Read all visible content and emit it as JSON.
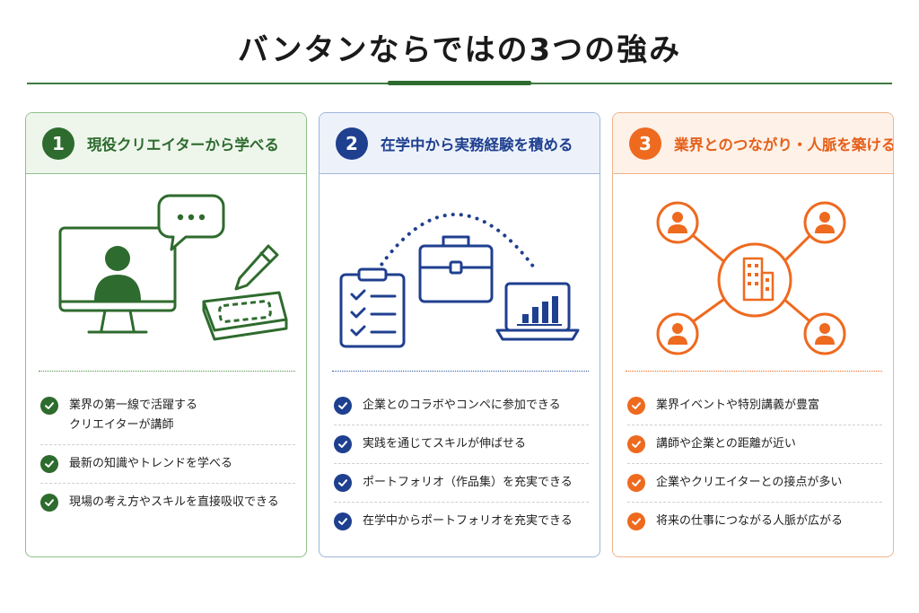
{
  "title": "バンタンならではの3つの強み",
  "colors": {
    "green": "#2e6b2e",
    "blue": "#1f3f8f",
    "orange": "#ee6a1f"
  },
  "cards": [
    {
      "number": "1",
      "heading": "現役クリエイターから学べる",
      "illustration": "monitor-creator-pen-tablet",
      "items": [
        {
          "lines": [
            "業界の第一線で活躍する",
            "クリエイターが講師"
          ]
        },
        {
          "lines": [
            "最新の知識やトレンドを学べる"
          ]
        },
        {
          "lines": [
            "現場の考え方やスキルを直接吸収できる"
          ]
        }
      ]
    },
    {
      "number": "2",
      "heading": "在学中から実務経験を積める",
      "illustration": "clipboard-briefcase-laptop",
      "items": [
        {
          "lines": [
            "企業とのコラボやコンペに参加できる"
          ]
        },
        {
          "lines": [
            "実践を通じてスキルが伸ばせる"
          ]
        },
        {
          "lines": [
            "ポートフォリオ（作品集）を充実できる"
          ]
        },
        {
          "lines": [
            "在学中からポートフォリオを充実できる"
          ]
        }
      ]
    },
    {
      "number": "3",
      "heading": "業界とのつながり・人脈を築ける",
      "illustration": "network-people-building",
      "items": [
        {
          "lines": [
            "業界イベントや特別講義が豊富"
          ]
        },
        {
          "lines": [
            "講師や企業との距離が近い"
          ]
        },
        {
          "lines": [
            "企業やクリエイターとの接点が多い"
          ]
        },
        {
          "lines": [
            "将来の仕事につながる人脈が広がる"
          ]
        }
      ]
    }
  ]
}
